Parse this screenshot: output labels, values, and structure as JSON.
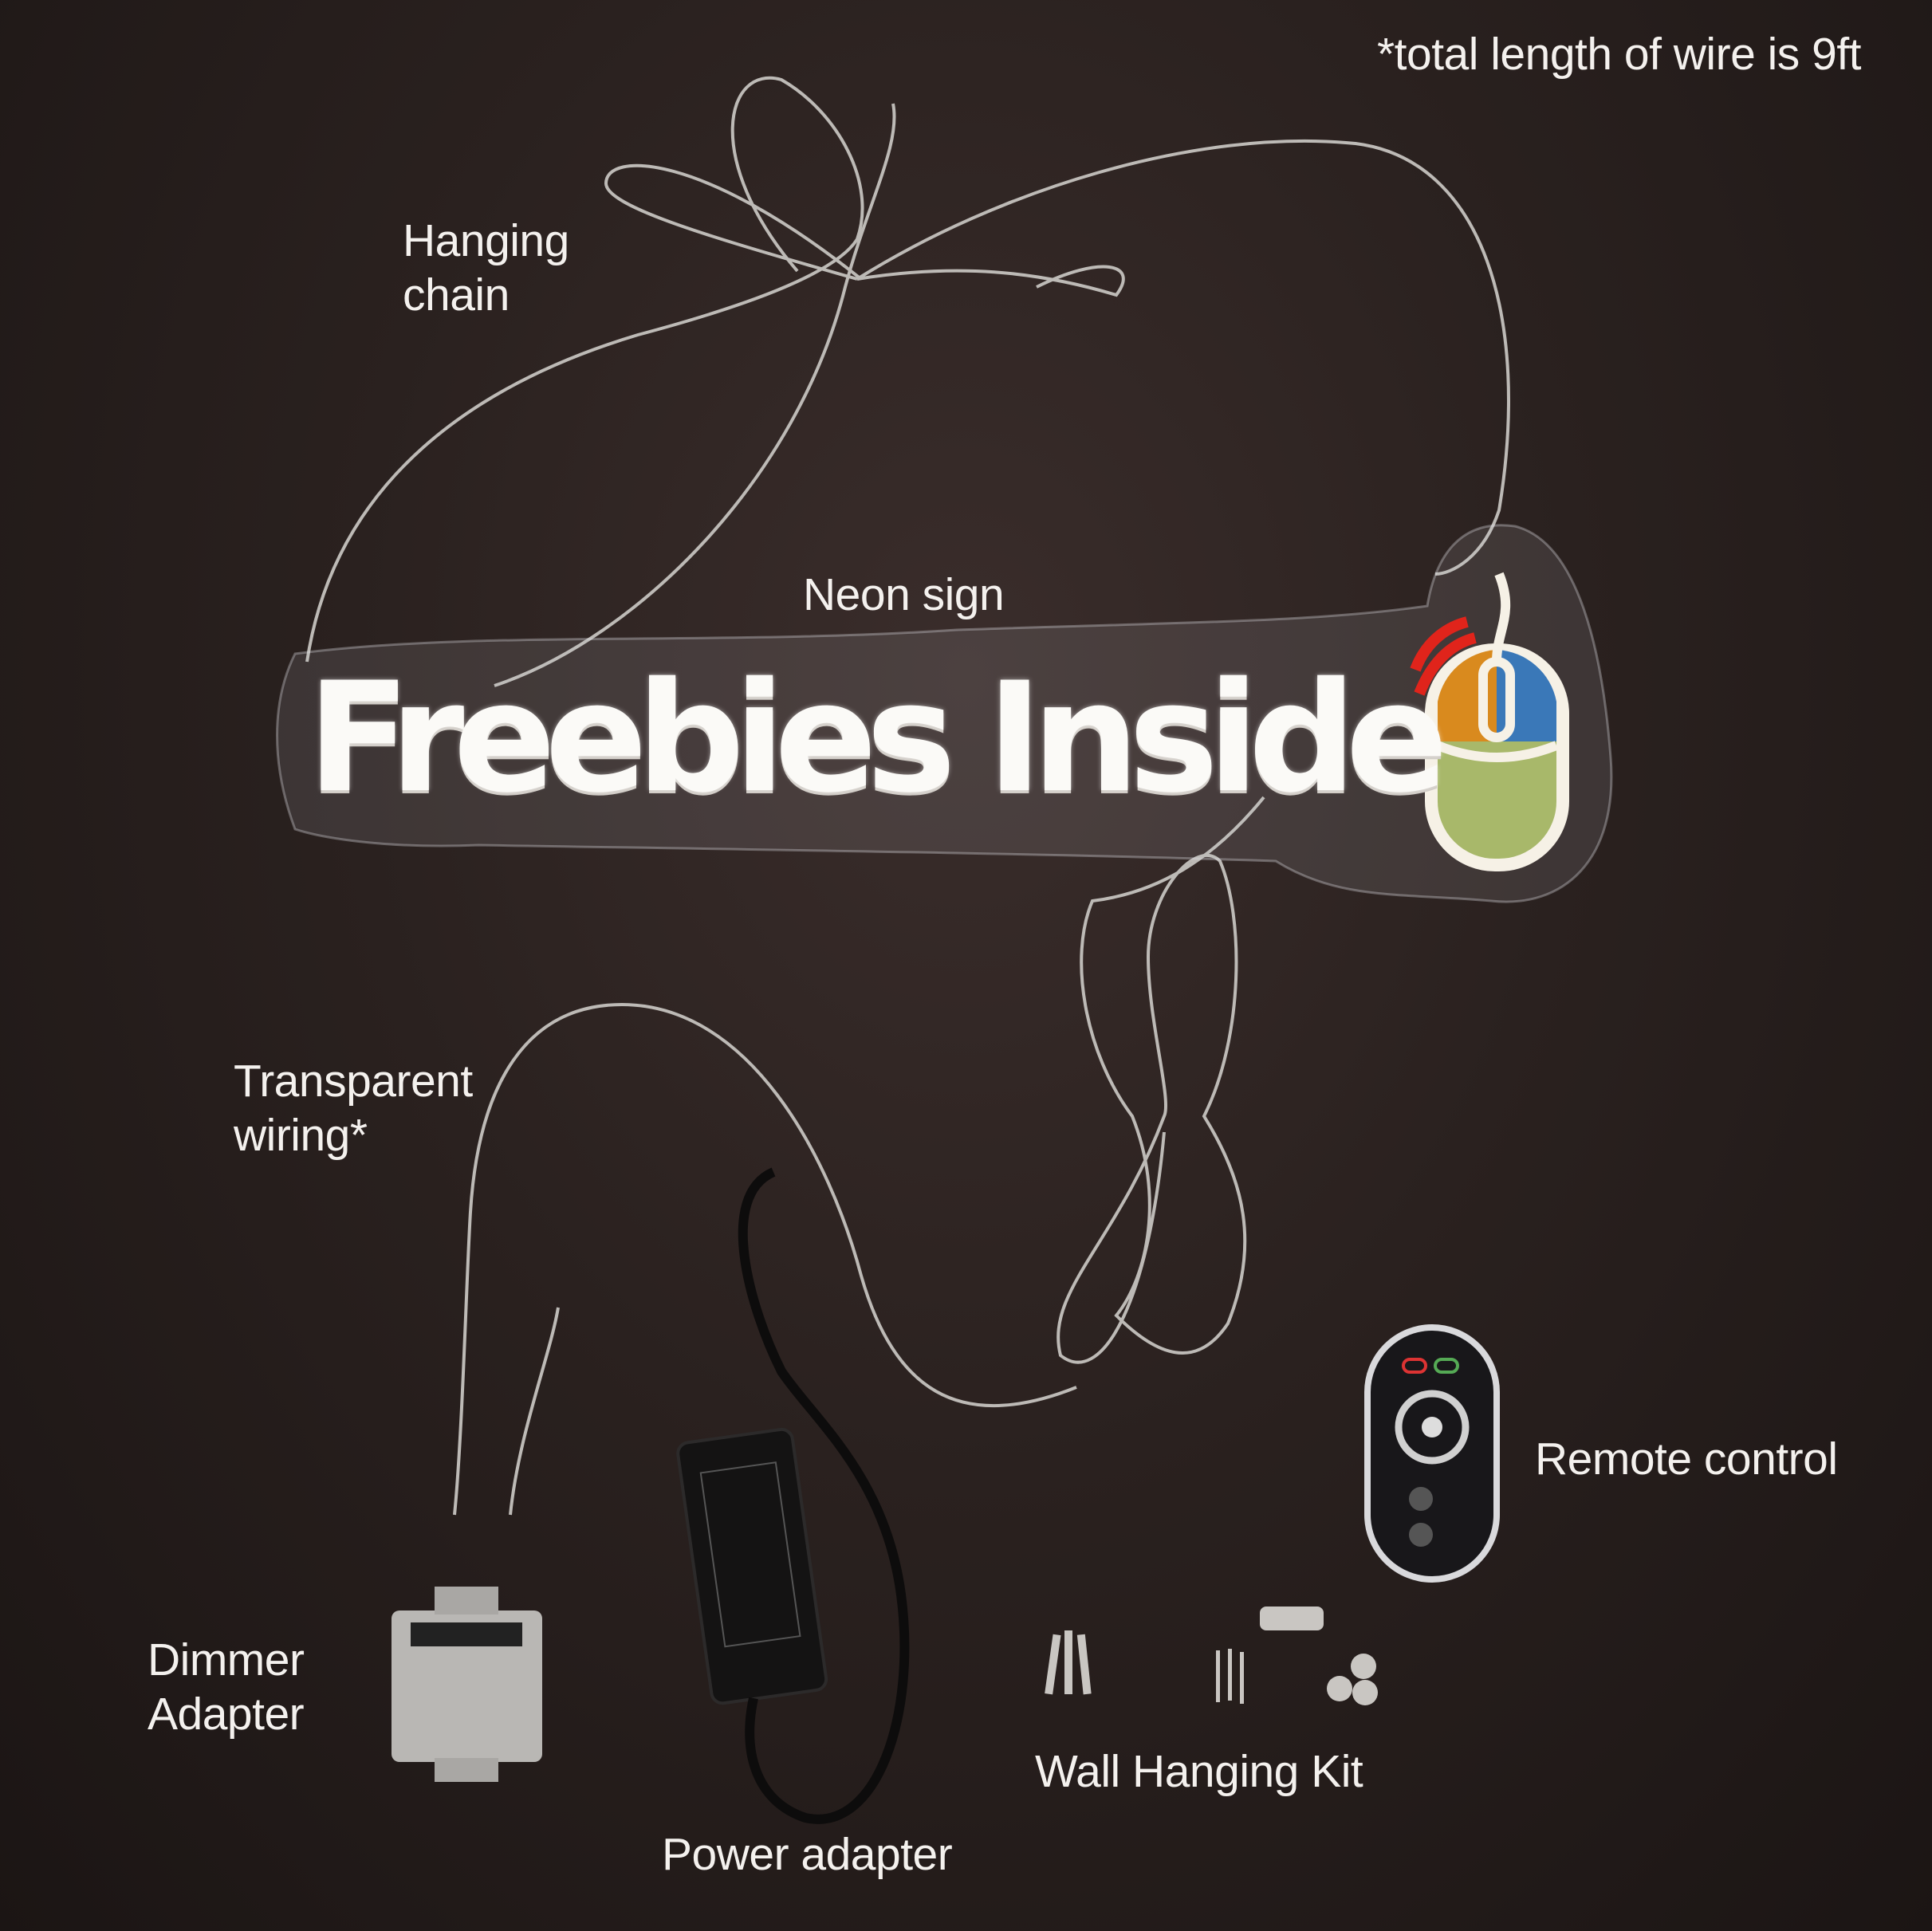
{
  "labels": {
    "wire_note": "*total length of wire is 9ft",
    "hanging_chain": [
      "Hanging",
      "chain"
    ],
    "neon_sign": "Neon sign",
    "transparent_wiring": [
      "Transparent",
      "wiring*"
    ],
    "remote_control": "Remote control",
    "dimmer_adapter": [
      "Dimmer",
      "Adapter"
    ],
    "wall_hanging_kit": "Wall Hanging Kit",
    "power_adapter": "Power adapter"
  },
  "sign": {
    "text": "Freebies Inside",
    "mouse_colors": {
      "left": "#d98a1e",
      "right": "#3a78b8",
      "bottom": "#a8b86a",
      "wave": "#e0241b"
    }
  }
}
